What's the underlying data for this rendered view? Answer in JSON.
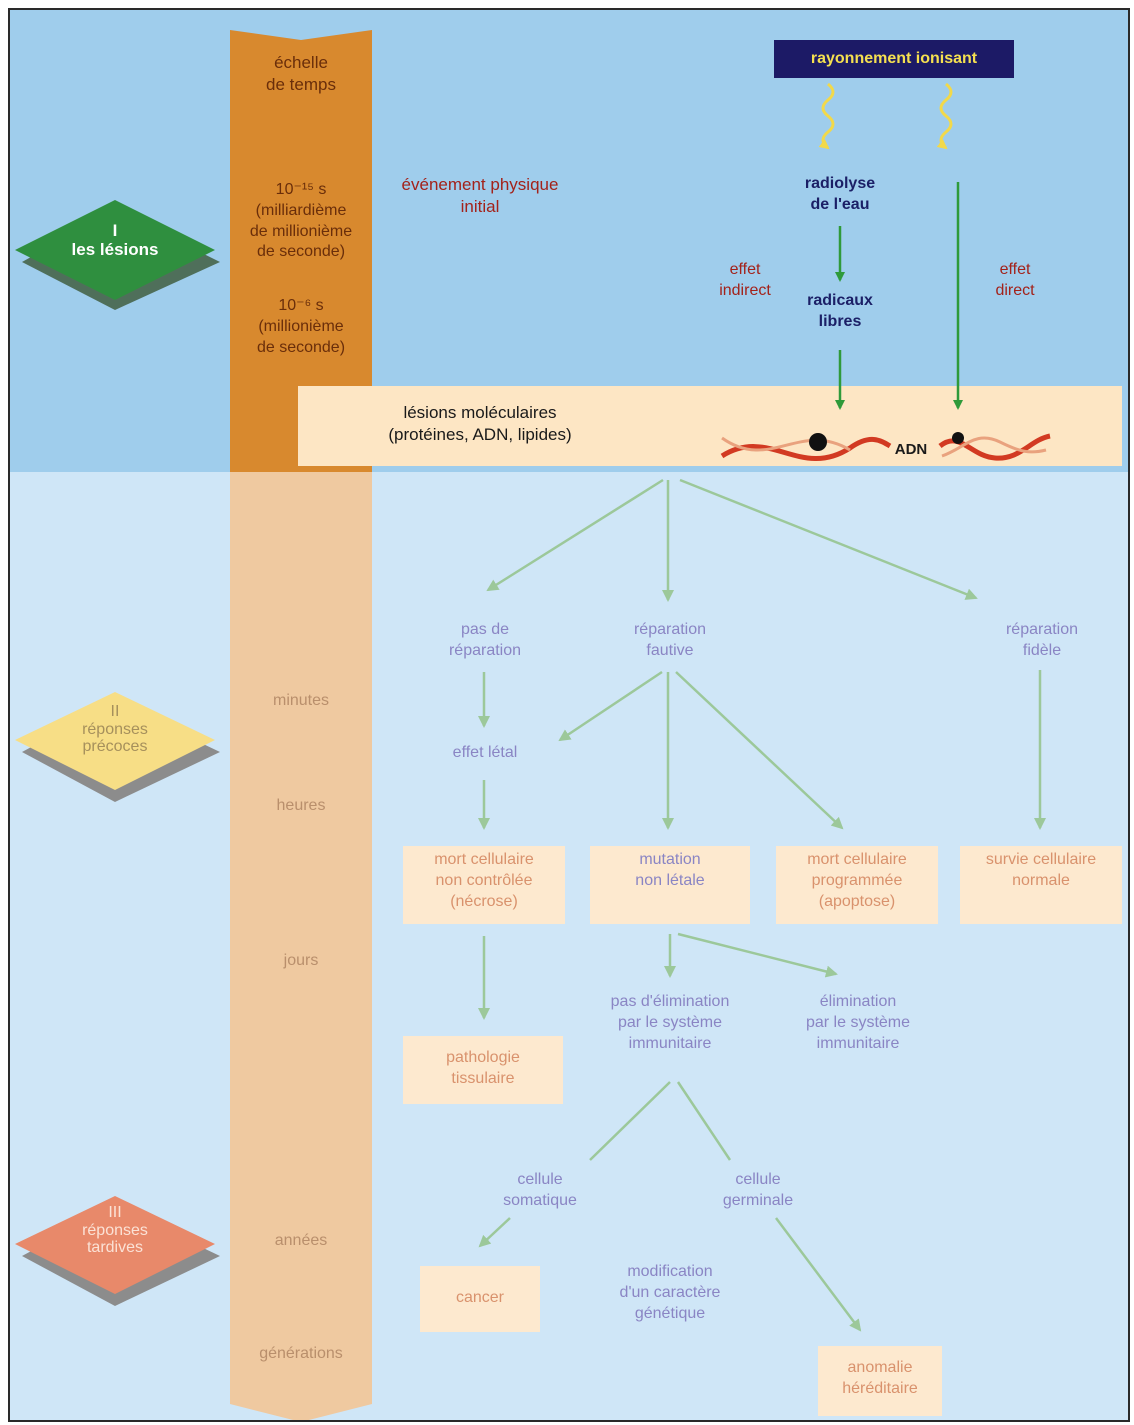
{
  "time_scale": {
    "title": "échelle\nde temps",
    "t1": "10⁻¹⁵ s\n(milliardième\nde millionième\nde seconde)",
    "t2": "10⁻⁶ s\n(millionième\nde seconde)",
    "minutes": "minutes",
    "heures": "heures",
    "jours": "jours",
    "annees": "années",
    "generations": "générations"
  },
  "phases": {
    "lesions": "I\nles lésions",
    "precoces": "II\nréponses\nprécoces",
    "tardives": "III\nréponses\ntardives"
  },
  "top": {
    "rayonnement": "rayonnement ionisant",
    "evenement": "événement physique\ninitial",
    "radiolyse": "radiolyse\nde l'eau",
    "effet_indirect": "effet\nindirect",
    "radicaux": "radicaux\nlibres",
    "effet_direct": "effet\ndirect",
    "lesions_moleculaires": "lésions moléculaires\n(protéines, ADN, lipides)",
    "adn": "ADN"
  },
  "flow": {
    "pas_reparation": "pas de\nréparation",
    "reparation_fautive": "réparation\nfautive",
    "reparation_fidele": "réparation\nfidèle",
    "effet_letal": "effet létal",
    "mort_non_controlee": "mort cellulaire\nnon contrôlée\n(nécrose)",
    "mutation": "mutation\nnon létale",
    "mort_programmee": "mort cellulaire\nprogrammée\n(apoptose)",
    "survie": "survie cellulaire\nnormale",
    "pas_elimination": "pas d'élimination\npar le système\nimmunitaire",
    "elimination": "élimination\npar le système\nimmunitaire",
    "pathologie": "pathologie\ntissulaire",
    "somatique": "cellule\nsomatique",
    "germinale": "cellule\ngerminale",
    "cancer": "cancer",
    "modification": "modification\nd'un caractère\ngénétique",
    "anomalie": "anomalie\nhéréditaire"
  },
  "colors": {
    "top_bg": "#9fcdec",
    "bottom_bg": "#cfe6f7",
    "timebar_dark": "#d8892e",
    "timebar_light": "#efc9a0",
    "arrow_dark": "#2f9a3a",
    "arrow_light": "#9cc89a",
    "diamond_green": "#2f8f3f",
    "diamond_yellow": "#f7de86",
    "diamond_orange": "#e8896a"
  }
}
